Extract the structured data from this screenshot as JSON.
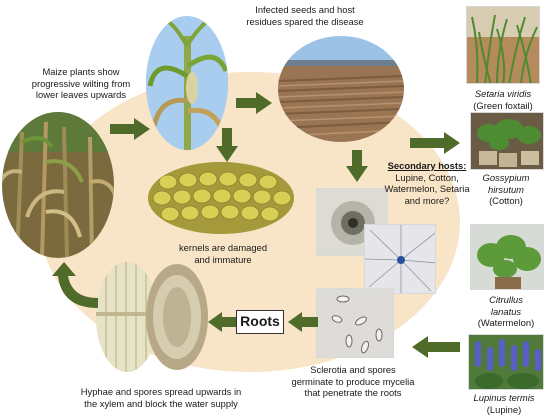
{
  "labels": {
    "seeds_line1": "Infected seeds and host",
    "seeds_line2": "residues spared the disease",
    "wilting_line1": "Maize plants show",
    "wilting_line2": "progressive wilting from",
    "wilting_line3": "lower leaves upwards",
    "kernels_line1": "kernels are damaged",
    "kernels_line2": "and immature",
    "roots": "Roots",
    "sclerotia_line1": "Sclerotia and spores",
    "sclerotia_line2": "germinate to produce mycelia",
    "sclerotia_line3": "that penetrate the roots",
    "hyphae_line1": "Hyphae and spores spread upwards  in",
    "hyphae_line2": "the xylem and block the water supply"
  },
  "secondary_hosts": {
    "title": "Secondary hosts:",
    "line1": "Lupine, Cotton,",
    "line2": "Watermelon, Setaria",
    "line3": "and more?"
  },
  "hosts": [
    {
      "sci_1": "Setaria viridis",
      "sci_2": "",
      "common": "(Green foxtail)"
    },
    {
      "sci_1": "Gossypium",
      "sci_2": "hirsutum",
      "common": "(Cotton)"
    },
    {
      "sci_1": "Citrullus",
      "sci_2": "lanatus",
      "common": "(Watermelon)"
    },
    {
      "sci_1": "Lupinus termis",
      "sci_2": "",
      "common": "(Lupine)"
    }
  ],
  "colors": {
    "arrow": "#4f6b2a",
    "background_ellipse": "#f8e4c6"
  }
}
